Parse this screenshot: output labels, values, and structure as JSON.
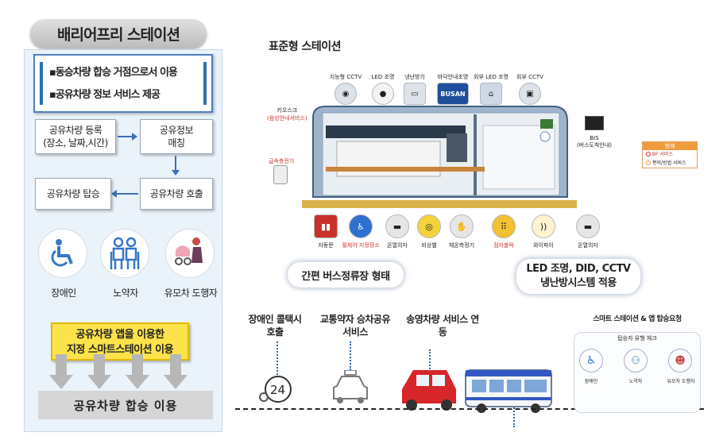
{
  "left": {
    "title": "배리어프리 스테이션",
    "info_lines": [
      "▪동승차량 합승 거점으로서 이용",
      "▪공유차량 정보 서비스 제공"
    ],
    "flow": {
      "register": [
        "공유차량 등록",
        "(장소, 날짜,시간)"
      ],
      "match": [
        "공유정보",
        "매칭"
      ],
      "call": "공유차량 호출",
      "board": "공유차량 탑승"
    },
    "users": [
      "장애인",
      "노약자",
      "유모차 도행자"
    ],
    "app_box": [
      "공유차량 앱을 이용한",
      "지정 스마트스테이션 이용"
    ],
    "bottom": "공유차량 합승 이용"
  },
  "station": {
    "title": "표준형 스테이션",
    "top_icons": [
      "지능형 CCTV",
      "LED 조명",
      "냉난방기",
      "바닥안내조명",
      "외부 LED 조명",
      "외부 CCTV"
    ],
    "busan_text": "BUSAN",
    "kiosk": [
      "키오스크",
      "(음성안내서비스)"
    ],
    "charger": "급속충전기",
    "bis": [
      "BIS",
      "(버스도착안내)"
    ],
    "bottom_icons": [
      {
        "label": "자동문",
        "highlight": false
      },
      {
        "label": "휠체어 지정장소",
        "highlight": true
      },
      {
        "label": "온열의자",
        "highlight": false
      },
      {
        "label": "비상벨",
        "highlight": false
      },
      {
        "label": "체온측정기",
        "highlight": false
      },
      {
        "label": "점자블럭",
        "highlight": true
      },
      {
        "label": "와이파이",
        "highlight": false
      },
      {
        "label": "온열의자",
        "highlight": false
      }
    ],
    "legend": {
      "title": "범례",
      "items": [
        "BF 서비스",
        "편의/방법 서비스"
      ]
    },
    "colors": {
      "bf": "#d0302c",
      "conv": "#f19a3e"
    }
  },
  "features": {
    "left_pill": "간편 버스정류장 형태",
    "right_pill": [
      "LED 조명, DID, CCTV",
      "냉난방시스템 적용"
    ]
  },
  "services": {
    "s1": [
      "장애인 콜택시",
      "호출"
    ],
    "s2": [
      "교통약자 승차공유",
      "서비스"
    ],
    "s3": [
      "송영차량 서비스 연",
      "동"
    ],
    "smart": [
      "스마트 스테이션 & 앱 탑승요청",
      "탑승자 유형 체크"
    ],
    "mini_labels": [
      "장애인",
      "노약자",
      "유모차 도행자"
    ]
  }
}
